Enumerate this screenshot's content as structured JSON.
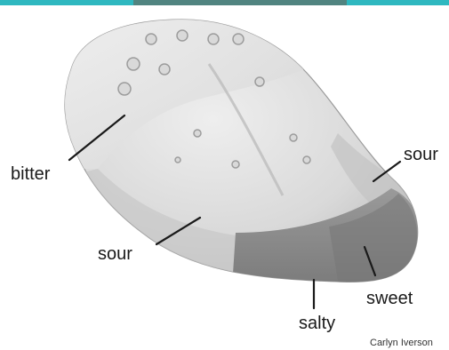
{
  "labels": {
    "bitter": "bitter",
    "sour_right": "sour",
    "sour_left": "sour",
    "salty": "salty",
    "sweet": "sweet"
  },
  "credit": "Carlyn Iverson",
  "colors": {
    "top_strip": "#2fb8c0",
    "tongue_light": "#e4e4e4",
    "tongue_mid": "#cfcfcf",
    "tongue_dark": "#8e8e8e",
    "label_text": "#1a1a1a"
  }
}
